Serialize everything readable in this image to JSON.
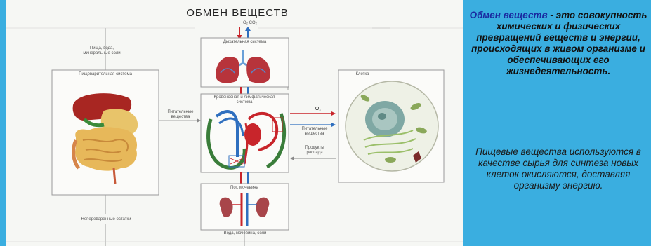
{
  "diagram": {
    "title": "ОБМЕН ВЕЩЕСТВ",
    "gases_top": "O₂   CO₂",
    "corner_note_top": "",
    "corner_note_bottom": "",
    "food_inputs": "Пища, вода,\nминеральные соли",
    "digestive_label": "Пищеварительная система",
    "respiratory_label": "Дыхательная система",
    "circulatory_label": "Кровеносная и лимфатическая система",
    "cell_label": "Клетка",
    "nutrients_label": "Питательные\nвещества",
    "oxygen_label": "O₂",
    "nutrient_to_cell_label": "Питательные\nвещества",
    "decay_products_label": "Продукты\nраспада",
    "undigested_label": "Непереваренные остатки",
    "excretory_top_label": "Пот, мочевина",
    "excretory_bottom_label": "Вода, мочевина, соли"
  },
  "definition": {
    "term": "Обмен веществ",
    "text": " - это совокупность химических и физических превращений веществ и энергии, происходящих в живом организме и обеспечивающих его жизнедеятельность."
  },
  "note": {
    "text": "Пищевые вещества используются в качестве сырья для синтеза новых клеток окисляются, доставляя организму энергию."
  },
  "colors": {
    "background": "#3aaee0",
    "term": "#1a2aa0",
    "arrow_red": "#c8252b",
    "arrow_blue": "#2f6fbf"
  }
}
